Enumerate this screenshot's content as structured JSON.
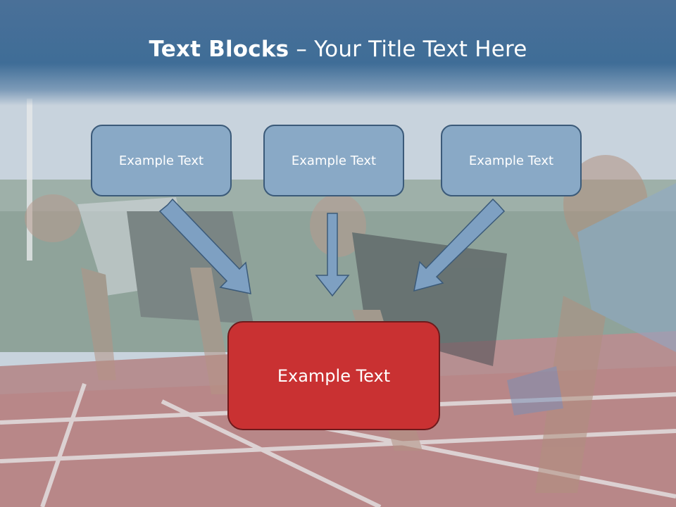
{
  "slide": {
    "title_bold": "Text Blocks",
    "title_dash": " – ",
    "title_rest": "Your Title Text Here",
    "blocks": [
      {
        "text": "Example Text"
      },
      {
        "text": "Example Text"
      },
      {
        "text": "Example Text"
      }
    ],
    "main_block": {
      "text": "Example Text"
    }
  },
  "colors": {
    "header": "#3f6d97",
    "small_box_fill": "#89a9c6",
    "small_box_border": "#3b5a79",
    "main_box_fill": "#c93132",
    "arrow_fill": "#7ea0c2"
  }
}
